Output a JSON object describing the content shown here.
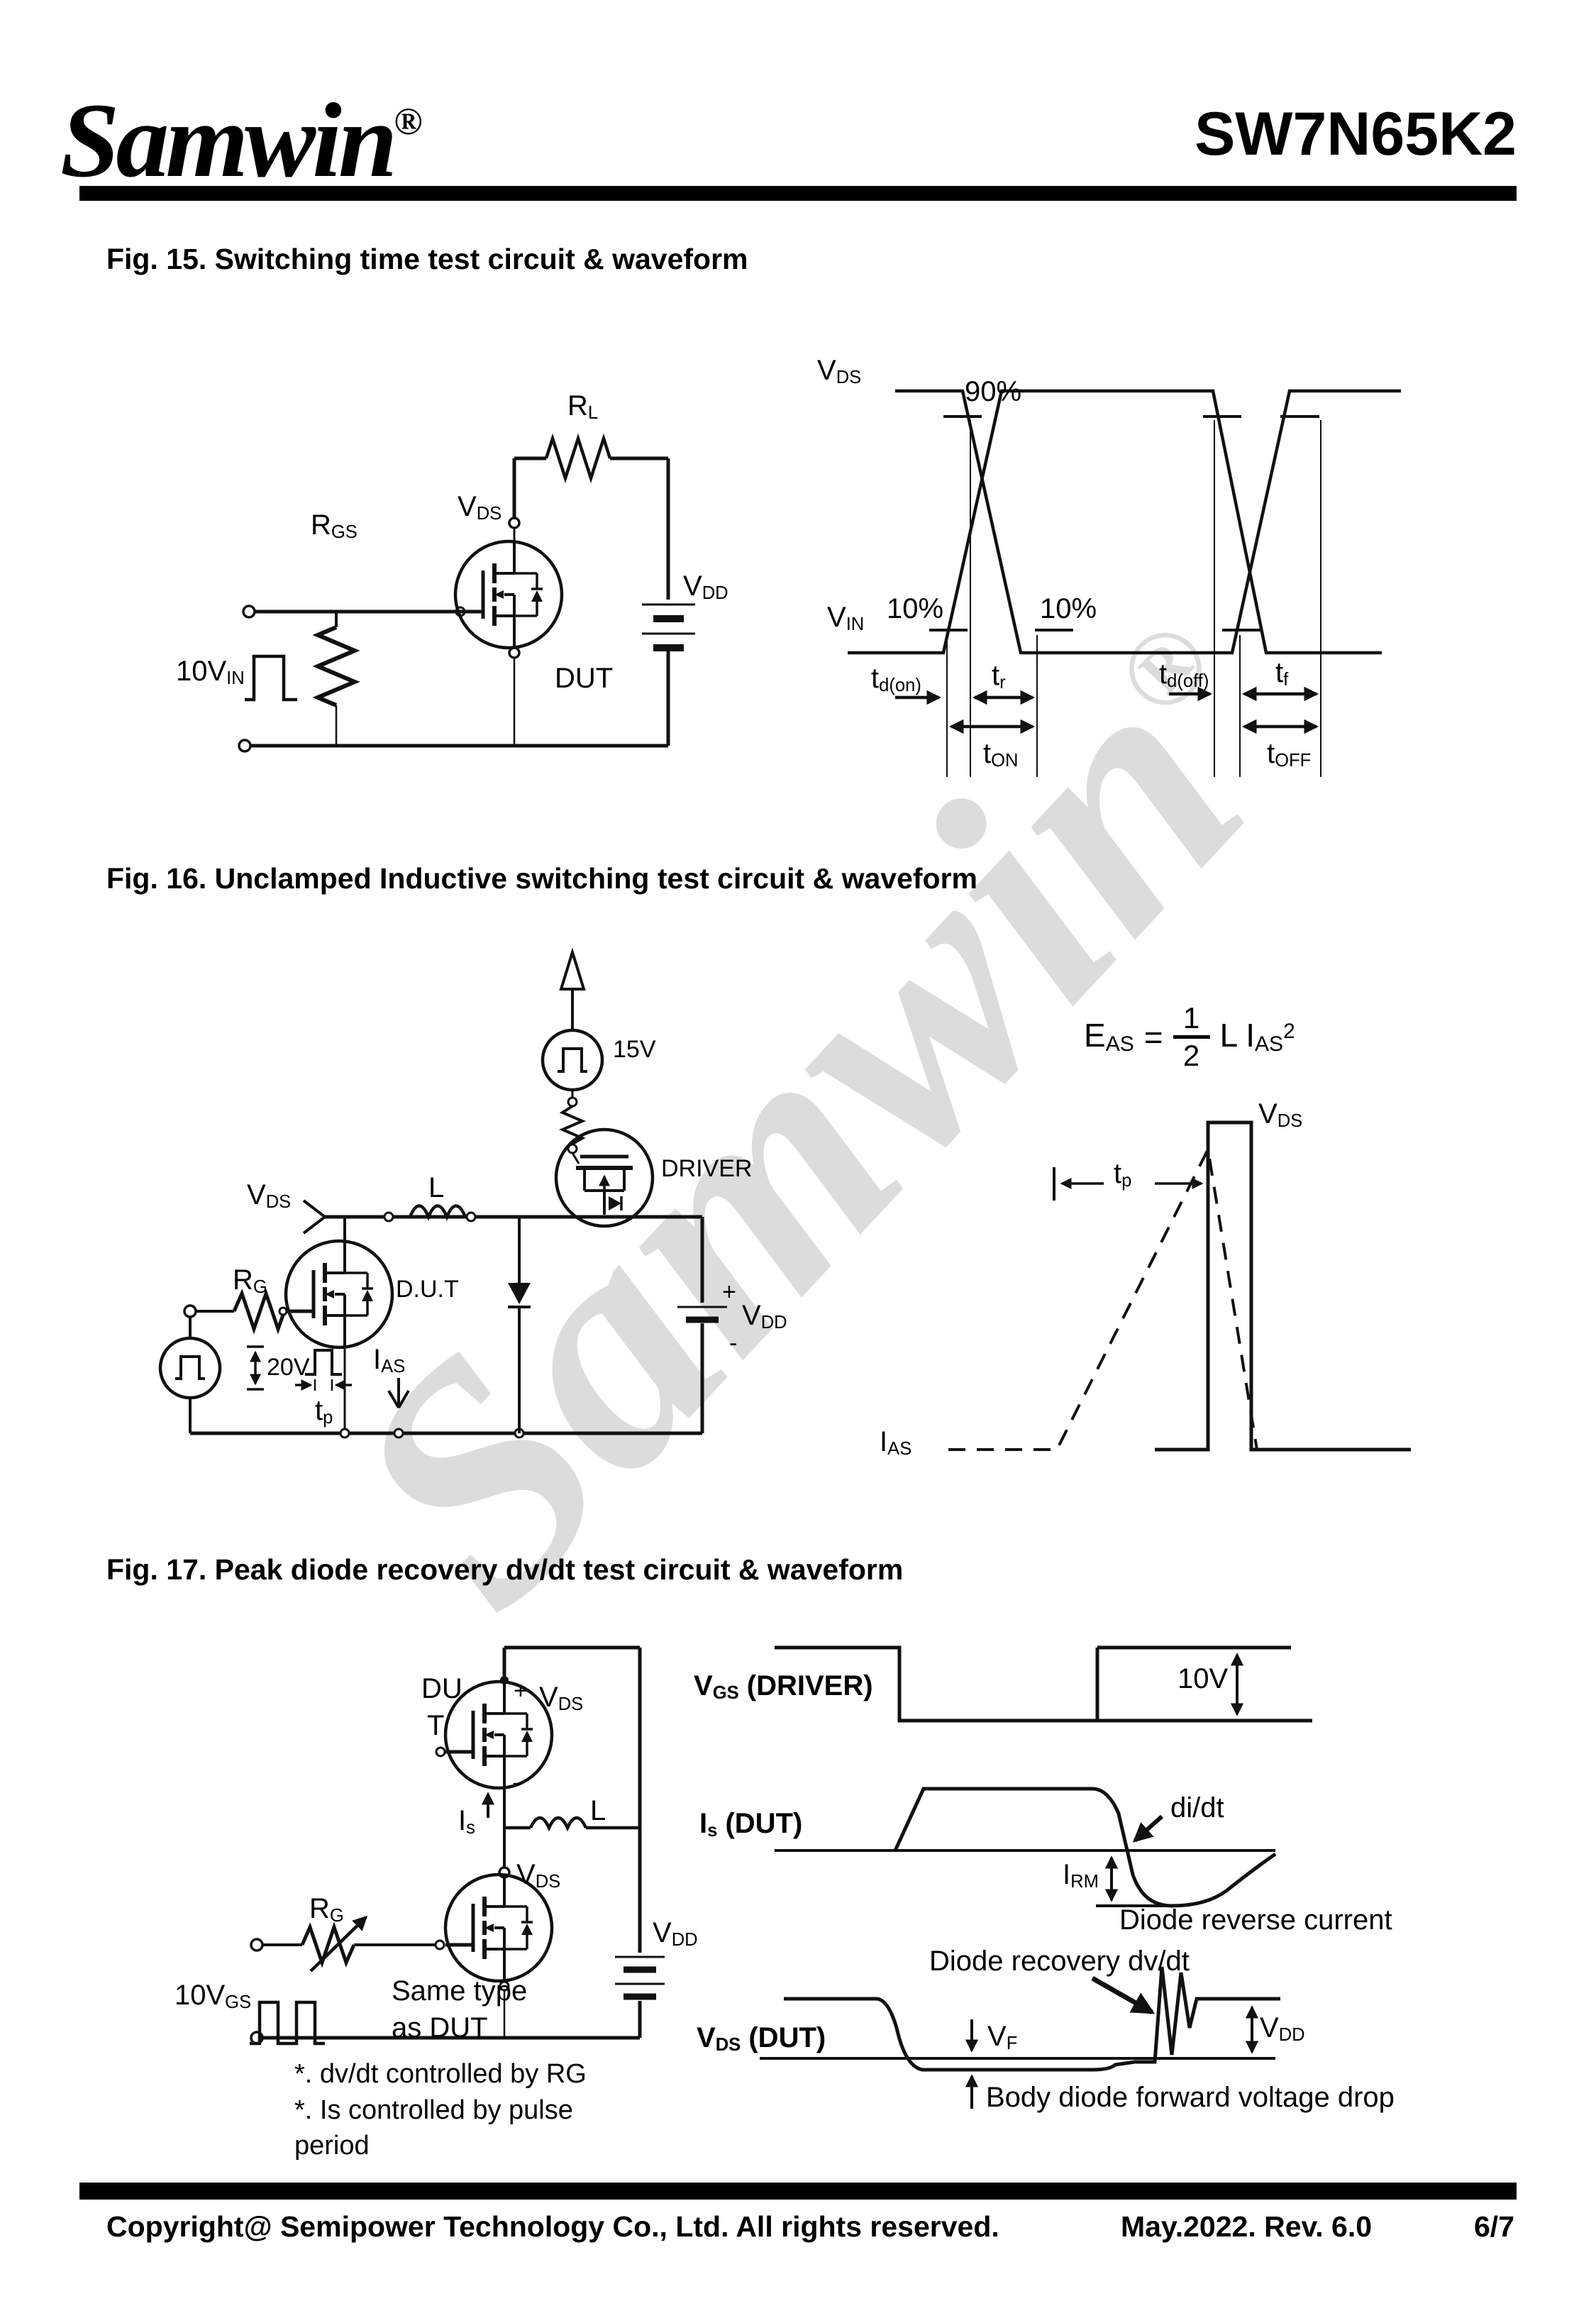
{
  "header": {
    "logo": "Samwin",
    "logo_reg": "®",
    "part_number": "SW7N65K2"
  },
  "watermark": {
    "text": "Samwin",
    "reg": "®"
  },
  "fig15": {
    "title": "Fig. 15. Switching time test circuit & waveform",
    "circuit": {
      "rl": {
        "main": "R",
        "sub": "L"
      },
      "rgs": {
        "main": "R",
        "sub": "GS"
      },
      "vds": {
        "main": "V",
        "sub": "DS"
      },
      "vdd": {
        "main": "V",
        "sub": "DD"
      },
      "dut": "DUT",
      "vin": {
        "main": "10V",
        "sub": "IN"
      }
    },
    "waveform": {
      "vds": {
        "main": "V",
        "sub": "DS"
      },
      "vin": {
        "main": "V",
        "sub": "IN"
      },
      "p90": "90%",
      "p10_left": "10%",
      "p10_right": "10%",
      "td_on": {
        "main": "t",
        "sub": "d(on)"
      },
      "tr": {
        "main": "t",
        "sub": "r"
      },
      "td_off": {
        "main": "t",
        "sub": "d(off)"
      },
      "tf": {
        "main": "t",
        "sub": "f"
      },
      "ton": {
        "main": "t",
        "sub": "ON"
      },
      "toff": {
        "main": "t",
        "sub": "OFF"
      }
    }
  },
  "fig16": {
    "title": "Fig. 16. Unclamped Inductive switching test circuit & waveform",
    "circuit": {
      "v15": "15V",
      "driver": "DRIVER",
      "vds": {
        "main": "V",
        "sub": "DS"
      },
      "l": "L",
      "dut": "D.U.T",
      "rg": {
        "main": "R",
        "sub": "G"
      },
      "v20": "20V",
      "tp": {
        "main": "t",
        "sub": "p"
      },
      "ias": {
        "main": "I",
        "sub": "AS"
      },
      "plus": "+",
      "minus": "-",
      "vdd": {
        "main": "V",
        "sub": "DD"
      }
    },
    "formula": {
      "e": "E",
      "e_sub": "AS",
      "eq": "=",
      "num": "1",
      "den": "2",
      "mid": "L I",
      "mid_sub": "AS",
      "sup": "2"
    },
    "waveform": {
      "vds": {
        "main": "V",
        "sub": "DS"
      },
      "tp": {
        "main": "t",
        "sub": "p"
      },
      "ias": {
        "main": "I",
        "sub": "AS"
      }
    }
  },
  "fig17": {
    "title": "Fig. 17. Peak diode recovery dv/dt test circuit & waveform",
    "circuit": {
      "du": "DU",
      "t": "T",
      "plus": "+",
      "vds_top": {
        "main": "V",
        "sub": "DS"
      },
      "minus": "-",
      "is": {
        "main": "I",
        "sub": "s"
      },
      "l": "L",
      "vds_mid": {
        "main": "V",
        "sub": "DS"
      },
      "rg": {
        "main": "R",
        "sub": "G"
      },
      "vdd": {
        "main": "V",
        "sub": "DD"
      },
      "vgs": {
        "main": "10V",
        "sub": "GS"
      },
      "same_type_1": "Same type",
      "same_type_2": "as DUT"
    },
    "notes": [
      "*. dv/dt controlled by RG",
      "*. Is controlled by pulse",
      "period"
    ],
    "waveform": {
      "vgs_main": "V",
      "vgs_sub": "GS",
      "vgs_rest": " (DRIVER)",
      "v10": "10V",
      "is_main": "I",
      "is_sub": "s",
      "is_rest": " (DUT)",
      "didt": "di/dt",
      "irm": {
        "main": "I",
        "sub": "RM"
      },
      "diode_reverse": "Diode reverse current",
      "diode_recovery": "Diode recovery dv/dt",
      "vds_main": "V",
      "vds_sub": "DS",
      "vds_rest": " (DUT)",
      "vf": {
        "main": "V",
        "sub": "F"
      },
      "vdd": {
        "main": "V",
        "sub": "DD"
      },
      "body_diode": "Body diode forward voltage drop"
    }
  },
  "footer": {
    "copyright": "Copyright@ Semipower Technology Co., Ltd. All rights reserved.",
    "revision": "May.2022. Rev. 6.0",
    "page": "6/7"
  }
}
